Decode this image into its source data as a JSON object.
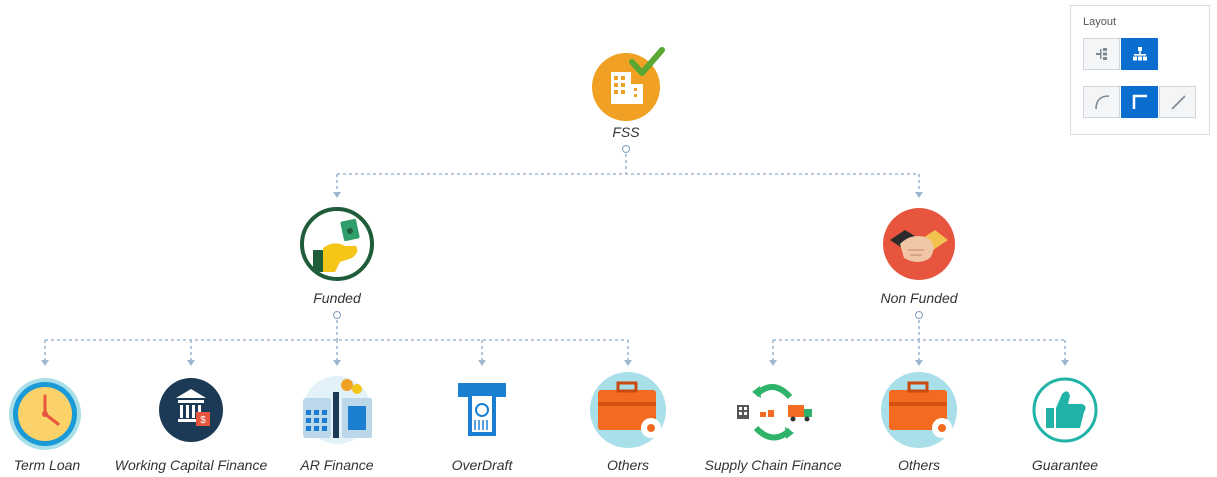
{
  "root": {
    "label": "FSS"
  },
  "level1": [
    {
      "label": "Funded",
      "icon": "money-hand-icon"
    },
    {
      "label": "Non Funded",
      "icon": "handshake-icon"
    }
  ],
  "funded_children": [
    {
      "label": "Term Loan",
      "icon": "clock-icon"
    },
    {
      "label": "Working Capital Finance",
      "icon": "bank-icon"
    },
    {
      "label": "AR Finance",
      "icon": "calculator-icon"
    },
    {
      "label": "OverDraft",
      "icon": "atm-icon"
    },
    {
      "label": "Others",
      "icon": "briefcase-gear-icon"
    }
  ],
  "nonfunded_children": [
    {
      "label": "Supply Chain Finance",
      "icon": "supply-chain-icon"
    },
    {
      "label": "Others",
      "icon": "briefcase-gear-icon"
    },
    {
      "label": "Guarantee",
      "icon": "thumbs-up-icon"
    }
  ],
  "layout_panel": {
    "title": "Layout",
    "orientation_options": [
      "horizontal-tree-icon",
      "vertical-tree-icon"
    ],
    "selected_orientation": "vertical-tree-icon",
    "line_options": [
      "curved-line-icon",
      "orthogonal-line-icon",
      "straight-line-icon"
    ],
    "selected_line": "orthogonal-line-icon"
  },
  "colors": {
    "connector_line": "#9fb8d0",
    "accent_blue": "#0a6ed1",
    "fss_orange": "#f0a022",
    "funded_green": "#1f5c3a",
    "nonfunded_red": "#e8553e",
    "teal_bg": "#a8dfe8",
    "navy": "#1c3a55",
    "overdraft_blue": "#1a7fd0",
    "others_orange": "#f26b21",
    "guarantee_teal": "#21b3a8"
  }
}
